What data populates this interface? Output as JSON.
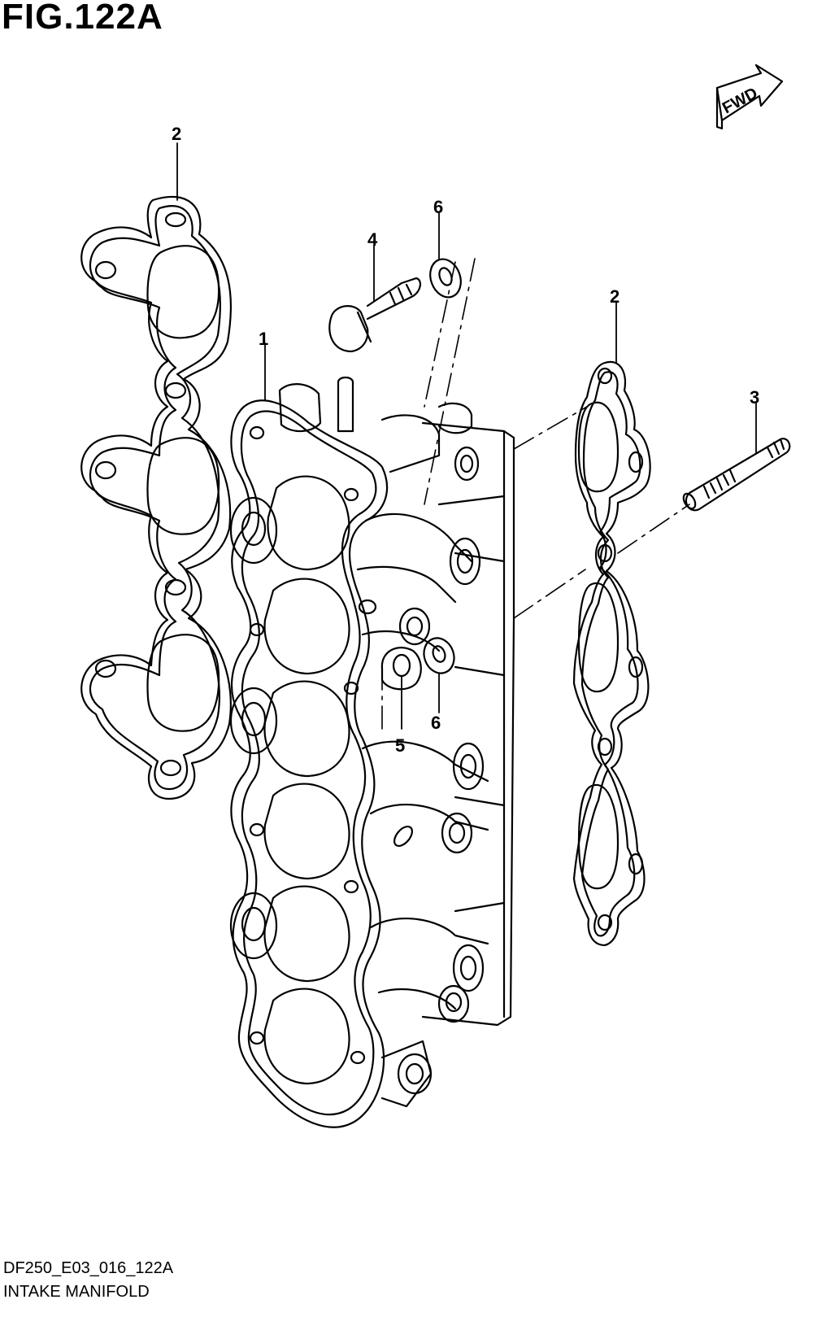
{
  "figure": {
    "title": "FIG.122A",
    "code": "DF250_E03_016_122A",
    "name": "INTAKE MANIFOLD"
  },
  "direction_badge": {
    "label": "FWD",
    "icon": "forward-arrow-icon"
  },
  "callouts": {
    "manifold": "1",
    "gasket_left": "2",
    "gasket_right": "2",
    "stud": "3",
    "bolt": "4",
    "nut": "5",
    "washer_top": "6",
    "washer_mid": "6"
  },
  "colors": {
    "line": "#000000",
    "background": "#ffffff"
  }
}
